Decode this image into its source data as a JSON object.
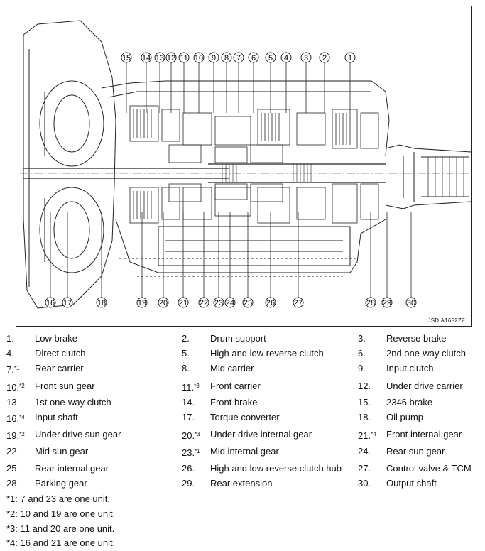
{
  "figure": {
    "id": "JSDIA1652ZZ",
    "callouts_top": [
      "15",
      "14",
      "13",
      "12",
      "11",
      "10",
      "9",
      "8",
      "7",
      "6",
      "5",
      "4",
      "3",
      "2",
      "1"
    ],
    "callouts_bottom": [
      "16",
      "17",
      "18",
      "19",
      "20",
      "21",
      "22",
      "23",
      "24",
      "25",
      "26",
      "27",
      "28",
      "29",
      "30"
    ]
  },
  "legend": [
    {
      "num": "1.",
      "sup": "",
      "label": "Low brake"
    },
    {
      "num": "2.",
      "sup": "",
      "label": "Drum support"
    },
    {
      "num": "3.",
      "sup": "",
      "label": "Reverse brake"
    },
    {
      "num": "4.",
      "sup": "",
      "label": "Direct clutch"
    },
    {
      "num": "5.",
      "sup": "",
      "label": "High and low reverse clutch"
    },
    {
      "num": "6.",
      "sup": "",
      "label": "2nd one-way clutch"
    },
    {
      "num": "7.",
      "sup": "*1",
      "label": "Rear carrier"
    },
    {
      "num": "8.",
      "sup": "",
      "label": "Mid carrier"
    },
    {
      "num": "9.",
      "sup": "",
      "label": "Input clutch"
    },
    {
      "num": "10.",
      "sup": "*2",
      "label": "Front sun gear"
    },
    {
      "num": "11.",
      "sup": "*3",
      "label": "Front carrier"
    },
    {
      "num": "12.",
      "sup": "",
      "label": "Under drive carrier"
    },
    {
      "num": "13.",
      "sup": "",
      "label": "1st one-way clutch"
    },
    {
      "num": "14.",
      "sup": "",
      "label": "Front brake"
    },
    {
      "num": "15.",
      "sup": "",
      "label": "2346 brake"
    },
    {
      "num": "16.",
      "sup": "*4",
      "label": "Input shaft"
    },
    {
      "num": "17.",
      "sup": "",
      "label": "Torque converter"
    },
    {
      "num": "18.",
      "sup": "",
      "label": "Oil pump"
    },
    {
      "num": "19.",
      "sup": "*2",
      "label": "Under drive sun gear"
    },
    {
      "num": "20.",
      "sup": "*3",
      "label": "Under drive internal gear"
    },
    {
      "num": "21.",
      "sup": "*4",
      "label": "Front internal gear"
    },
    {
      "num": "22.",
      "sup": "",
      "label": "Mid sun gear"
    },
    {
      "num": "23.",
      "sup": "*1",
      "label": "Mid internal gear"
    },
    {
      "num": "24.",
      "sup": "",
      "label": "Rear sun gear"
    },
    {
      "num": "25.",
      "sup": "",
      "label": "Rear internal gear"
    },
    {
      "num": "26.",
      "sup": "",
      "label": "High and low reverse clutch hub"
    },
    {
      "num": "27.",
      "sup": "",
      "label": "Control valve & TCM"
    },
    {
      "num": "28.",
      "sup": "",
      "label": "Parking gear"
    },
    {
      "num": "29.",
      "sup": "",
      "label": "Rear extension"
    },
    {
      "num": "30.",
      "sup": "",
      "label": "Output shaft"
    }
  ],
  "notes": [
    "*1: 7 and 23 are one unit.",
    "*2: 10 and 19 are one unit.",
    "*3: 11 and 20 are one unit.",
    "*4: 16 and 21 are one unit."
  ]
}
